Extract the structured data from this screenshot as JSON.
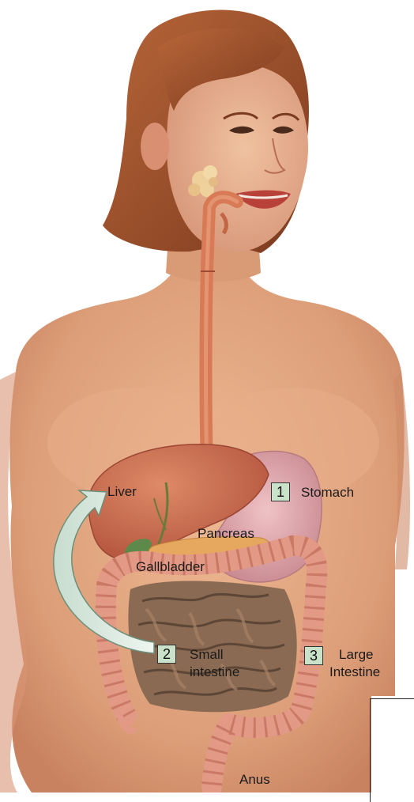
{
  "labels": {
    "liver": "Liver",
    "stomach": "Stomach",
    "pancreas": "Pancreas",
    "gallbladder": "Gallbladder",
    "small_intestine_line1": "Small",
    "small_intestine_line2": "intestine",
    "large_intestine_line1": "Large",
    "large_intestine_line2": "Intestine",
    "anus": "Anus"
  },
  "steps": {
    "stomach": "1",
    "small_intestine": "2",
    "large_intestine": "3"
  },
  "colors": {
    "skin": "#e3a882",
    "skin_shadow": "#c98463",
    "hair": "#9c4f2c",
    "liver": "#c8644a",
    "stomach": "#d9a0a8",
    "pancreas": "#e6a85e",
    "gallbladder": "#5d8a4a",
    "esophagus": "#d77a55",
    "small_intestine": "#8a6a52",
    "large_intestine": "#e29a86",
    "arrow": "#dde9e1",
    "number_box": "#c9e2c9"
  }
}
